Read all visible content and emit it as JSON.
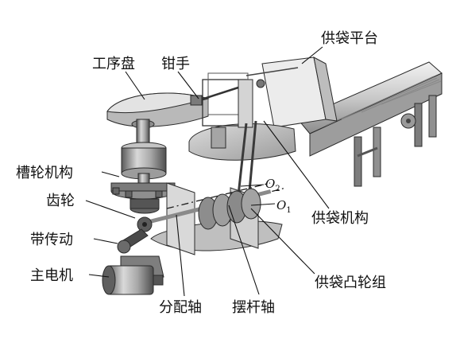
{
  "labels": {
    "feed_platform": "供袋平台",
    "process_disc": "工序盘",
    "gripper": "钳手",
    "geneva_mechanism": "槽轮机构",
    "gear": "齿轮",
    "belt_drive": "带传动",
    "main_motor": "主电机",
    "bag_feed_mechanism": "供袋机构",
    "bag_feed_cam_group": "供袋凸轮组",
    "distribution_shaft": "分配轴",
    "rocker_shaft": "摆杆轴"
  },
  "axes": {
    "o2": {
      "letter": "O",
      "sub": "2"
    },
    "o1": {
      "letter": "O",
      "sub": "1"
    }
  },
  "colors": {
    "metal_light": "#e6e6e6",
    "metal_mid": "#b8b8b8",
    "metal_dark": "#6e6e6e",
    "line": "#111111"
  }
}
